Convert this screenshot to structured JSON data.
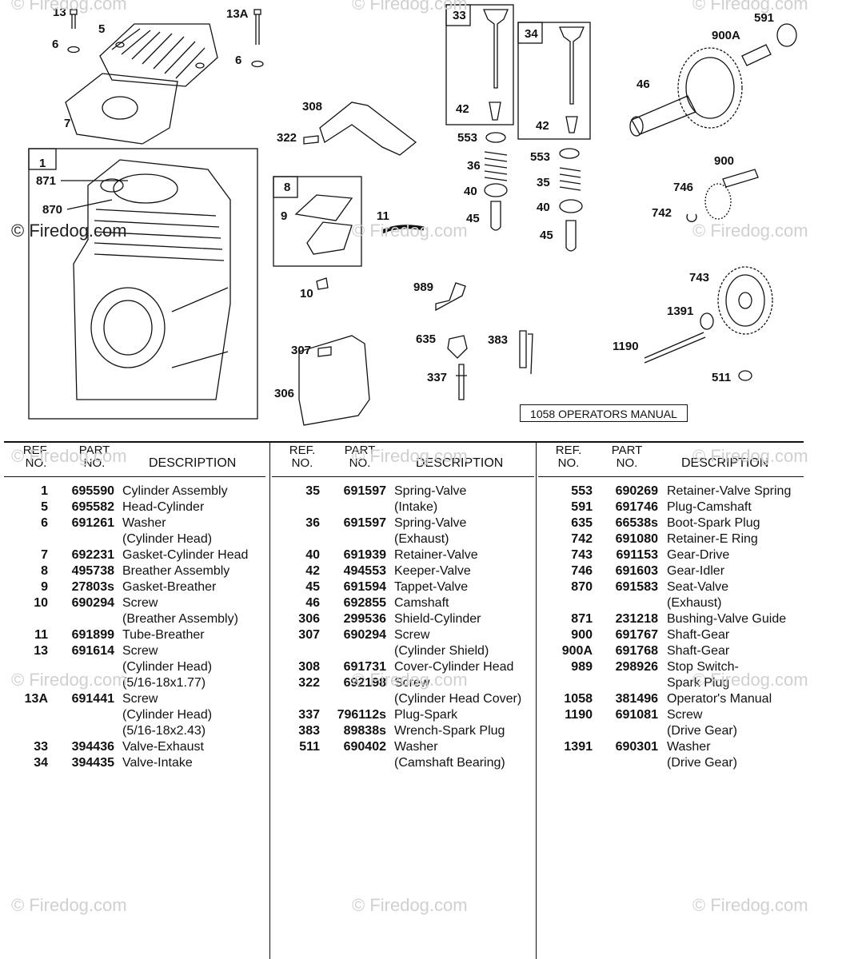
{
  "callouts": [
    {
      "id": "13",
      "text": "13"
    },
    {
      "id": "5",
      "text": "5"
    },
    {
      "id": "6a",
      "text": "6"
    },
    {
      "id": "13A",
      "text": "13A"
    },
    {
      "id": "6b",
      "text": "6"
    },
    {
      "id": "7",
      "text": "7"
    },
    {
      "id": "1",
      "text": "1"
    },
    {
      "id": "871",
      "text": "871"
    },
    {
      "id": "870",
      "text": "870"
    },
    {
      "id": "308",
      "text": "308"
    },
    {
      "id": "322",
      "text": "322"
    },
    {
      "id": "8",
      "text": "8"
    },
    {
      "id": "9",
      "text": "9"
    },
    {
      "id": "11",
      "text": "11"
    },
    {
      "id": "10",
      "text": "10"
    },
    {
      "id": "33",
      "text": "33"
    },
    {
      "id": "42a",
      "text": "42"
    },
    {
      "id": "553a",
      "text": "553"
    },
    {
      "id": "36",
      "text": "36"
    },
    {
      "id": "40a",
      "text": "40"
    },
    {
      "id": "45a",
      "text": "45"
    },
    {
      "id": "34",
      "text": "34"
    },
    {
      "id": "42b",
      "text": "42"
    },
    {
      "id": "553b",
      "text": "553"
    },
    {
      "id": "35",
      "text": "35"
    },
    {
      "id": "40b",
      "text": "40"
    },
    {
      "id": "45b",
      "text": "45"
    },
    {
      "id": "591",
      "text": "591"
    },
    {
      "id": "900A",
      "text": "900A"
    },
    {
      "id": "46",
      "text": "46"
    },
    {
      "id": "900",
      "text": "900"
    },
    {
      "id": "746",
      "text": "746"
    },
    {
      "id": "742",
      "text": "742"
    },
    {
      "id": "743",
      "text": "743"
    },
    {
      "id": "1391",
      "text": "1391"
    },
    {
      "id": "1190",
      "text": "1190"
    },
    {
      "id": "511",
      "text": "511"
    },
    {
      "id": "989",
      "text": "989"
    },
    {
      "id": "635",
      "text": "635"
    },
    {
      "id": "383",
      "text": "383"
    },
    {
      "id": "337",
      "text": "337"
    },
    {
      "id": "307",
      "text": "307"
    },
    {
      "id": "306",
      "text": "306"
    }
  ],
  "manual_label": "1058 OPERATORS MANUAL",
  "watermark": "© Firedog.com",
  "table": {
    "header": {
      "ref_line1": "REF.",
      "ref_line2": "NO.",
      "part_line1": "PART",
      "part_line2": "NO.",
      "desc": "DESCRIPTION"
    },
    "columns": [
      [
        {
          "ref": "1",
          "part": "695590",
          "desc": [
            "Cylinder Assembly"
          ]
        },
        {
          "ref": "5",
          "part": "695582",
          "desc": [
            "Head-Cylinder"
          ]
        },
        {
          "ref": "6",
          "part": "691261",
          "desc": [
            "Washer",
            "(Cylinder Head)"
          ]
        },
        {
          "ref": "7",
          "part": "692231",
          "desc": [
            "Gasket-Cylinder Head"
          ]
        },
        {
          "ref": "8",
          "part": "495738",
          "desc": [
            "Breather Assembly"
          ]
        },
        {
          "ref": "9",
          "part": "27803s",
          "desc": [
            "Gasket-Breather"
          ]
        },
        {
          "ref": "10",
          "part": "690294",
          "desc": [
            "Screw",
            "(Breather Assembly)"
          ]
        },
        {
          "ref": "11",
          "part": "691899",
          "desc": [
            "Tube-Breather"
          ]
        },
        {
          "ref": "13",
          "part": "691614",
          "desc": [
            "Screw",
            "(Cylinder Head)",
            "(5/16-18x1.77)"
          ]
        },
        {
          "ref": "13A",
          "part": "691441",
          "desc": [
            "Screw",
            "(Cylinder Head)",
            "(5/16-18x2.43)"
          ]
        },
        {
          "ref": "33",
          "part": "394436",
          "desc": [
            "Valve-Exhaust"
          ]
        },
        {
          "ref": "34",
          "part": "394435",
          "desc": [
            "Valve-Intake"
          ]
        }
      ],
      [
        {
          "ref": "35",
          "part": "691597",
          "desc": [
            "Spring-Valve",
            "(Intake)"
          ]
        },
        {
          "ref": "36",
          "part": "691597",
          "desc": [
            "Spring-Valve",
            "(Exhaust)"
          ]
        },
        {
          "ref": "40",
          "part": "691939",
          "desc": [
            "Retainer-Valve"
          ]
        },
        {
          "ref": "42",
          "part": "494553",
          "desc": [
            "Keeper-Valve"
          ]
        },
        {
          "ref": "45",
          "part": "691594",
          "desc": [
            "Tappet-Valve"
          ]
        },
        {
          "ref": "46",
          "part": "692855",
          "desc": [
            "Camshaft"
          ]
        },
        {
          "ref": "306",
          "part": "299536",
          "desc": [
            "Shield-Cylinder"
          ]
        },
        {
          "ref": "307",
          "part": "690294",
          "desc": [
            "Screw",
            "(Cylinder Shield)"
          ]
        },
        {
          "ref": "308",
          "part": "691731",
          "desc": [
            "Cover-Cylinder Head"
          ]
        },
        {
          "ref": "322",
          "part": "692198",
          "desc": [
            "Screw",
            "(Cylinder Head Cover)"
          ]
        },
        {
          "ref": "337",
          "part": "796112s",
          "desc": [
            "Plug-Spark"
          ]
        },
        {
          "ref": "383",
          "part": "89838s",
          "desc": [
            "Wrench-Spark Plug"
          ]
        },
        {
          "ref": "511",
          "part": "690402",
          "desc": [
            "Washer",
            "(Camshaft Bearing)"
          ]
        }
      ],
      [
        {
          "ref": "553",
          "part": "690269",
          "desc": [
            "Retainer-Valve Spring"
          ]
        },
        {
          "ref": "591",
          "part": "691746",
          "desc": [
            "Plug-Camshaft"
          ]
        },
        {
          "ref": "635",
          "part": "66538s",
          "desc": [
            "Boot-Spark Plug"
          ]
        },
        {
          "ref": "742",
          "part": "691080",
          "desc": [
            "Retainer-E Ring"
          ]
        },
        {
          "ref": "743",
          "part": "691153",
          "desc": [
            "Gear-Drive"
          ]
        },
        {
          "ref": "746",
          "part": "691603",
          "desc": [
            "Gear-Idler"
          ]
        },
        {
          "ref": "870",
          "part": "691583",
          "desc": [
            "Seat-Valve",
            "(Exhaust)"
          ]
        },
        {
          "ref": "871",
          "part": "231218",
          "desc": [
            "Bushing-Valve Guide"
          ]
        },
        {
          "ref": "900",
          "part": "691767",
          "desc": [
            "Shaft-Gear"
          ]
        },
        {
          "ref": "900A",
          "part": "691768",
          "desc": [
            "Shaft-Gear"
          ]
        },
        {
          "ref": "989",
          "part": "298926",
          "desc": [
            "Stop Switch-",
            "Spark Plug"
          ]
        },
        {
          "ref": "1058",
          "part": "381496",
          "desc": [
            "Operator's Manual"
          ]
        },
        {
          "ref": "1190",
          "part": "691081",
          "desc": [
            "Screw",
            "(Drive Gear)"
          ]
        },
        {
          "ref": "1391",
          "part": "690301",
          "desc": [
            "Washer",
            "(Drive Gear)"
          ]
        }
      ]
    ]
  }
}
